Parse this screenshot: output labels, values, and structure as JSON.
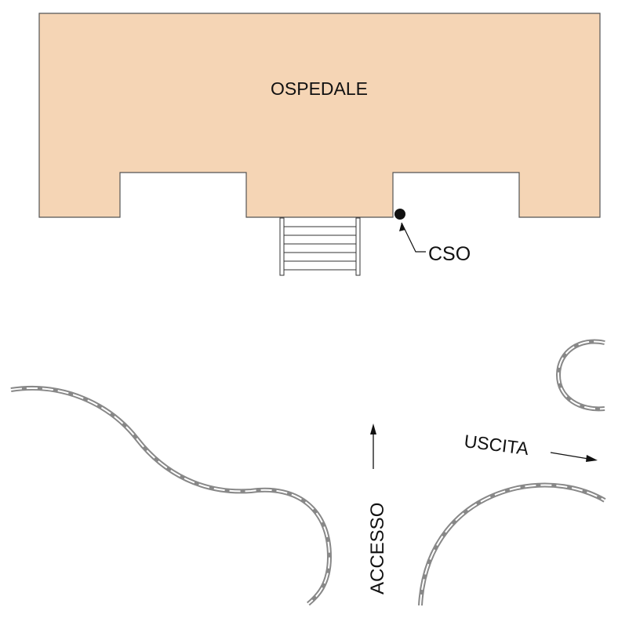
{
  "building": {
    "label": "OSPEDALE",
    "fill": "#F5D5B5",
    "stroke": "#555555"
  },
  "marker": {
    "label": "CSO"
  },
  "access": {
    "label": "ACCESSO"
  },
  "exit": {
    "label": "USCITA"
  },
  "colors": {
    "road_edge": "#888888",
    "road_center": "#ffffff",
    "line": "#111111"
  },
  "icons": {
    "stairs": "stairs-icon",
    "marker": "cso-point-icon"
  }
}
